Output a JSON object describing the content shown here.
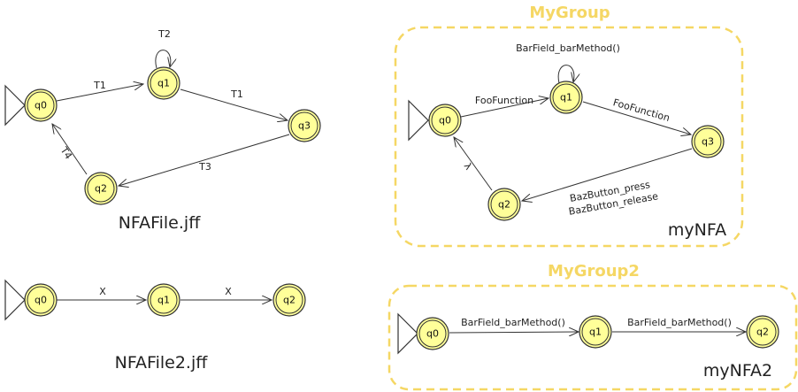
{
  "diagrams": {
    "nfa1": {
      "states": [
        "q0",
        "q1",
        "q2",
        "q3"
      ],
      "transitions": [
        "T1",
        "T2",
        "T1",
        "T3",
        "T4"
      ],
      "caption": "NFAFile.jff"
    },
    "nfa2": {
      "states": [
        "q0",
        "q1",
        "q2"
      ],
      "transitions": [
        "X",
        "X"
      ],
      "caption": "NFAFile2.jff"
    },
    "group1": {
      "title": "MyGroup",
      "states": [
        "q0",
        "q1",
        "q2",
        "q3"
      ],
      "transitions": [
        "FooFunction",
        "BarField_barMethod()",
        "FooFunction",
        "BazButton_press",
        "BazButton_release",
        "λ"
      ],
      "caption": "myNFA"
    },
    "group2": {
      "title": "MyGroup2",
      "states": [
        "q0",
        "q1",
        "q2"
      ],
      "transitions": [
        "BarField_barMethod()",
        "BarField_barMethod()"
      ],
      "caption": "myNFA2"
    }
  },
  "colors": {
    "state_fill": "#ffff99",
    "group_border": "#f5d764",
    "group_title": "#f5d764"
  }
}
